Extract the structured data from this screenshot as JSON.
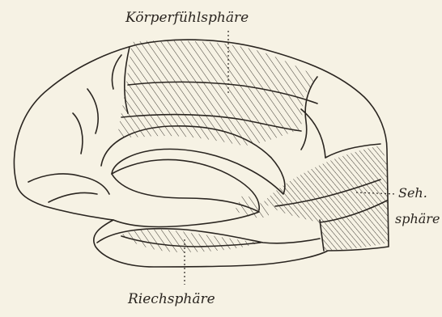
{
  "labels": {
    "top": "Körperfühlsphäre",
    "right_line1": "Seh.",
    "right_line2": "sphäre",
    "bottom": "Riechsphäre"
  },
  "colors": {
    "paper": "#f6f2e4",
    "ink": "#2a2520"
  }
}
